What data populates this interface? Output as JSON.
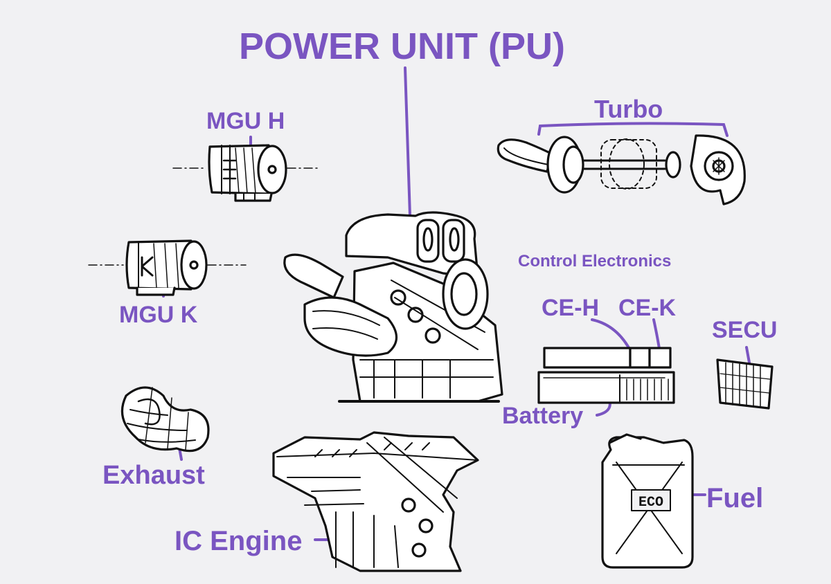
{
  "title": "POWER UNIT (PU)",
  "labels": {
    "mgu_h": "MGU H",
    "mgu_k": "MGU K",
    "turbo": "Turbo",
    "control_electronics": "Control Electronics",
    "ce_h": "CE-H",
    "ce_k": "CE-K",
    "secu": "SECU",
    "battery": "Battery",
    "exhaust": "Exhaust",
    "ic_engine": "IC Engine",
    "fuel": "Fuel"
  },
  "canister_lettering": "ECO",
  "colors": {
    "label": "#7a55c1",
    "ink": "#111111",
    "paper": "#f1f1f3"
  }
}
